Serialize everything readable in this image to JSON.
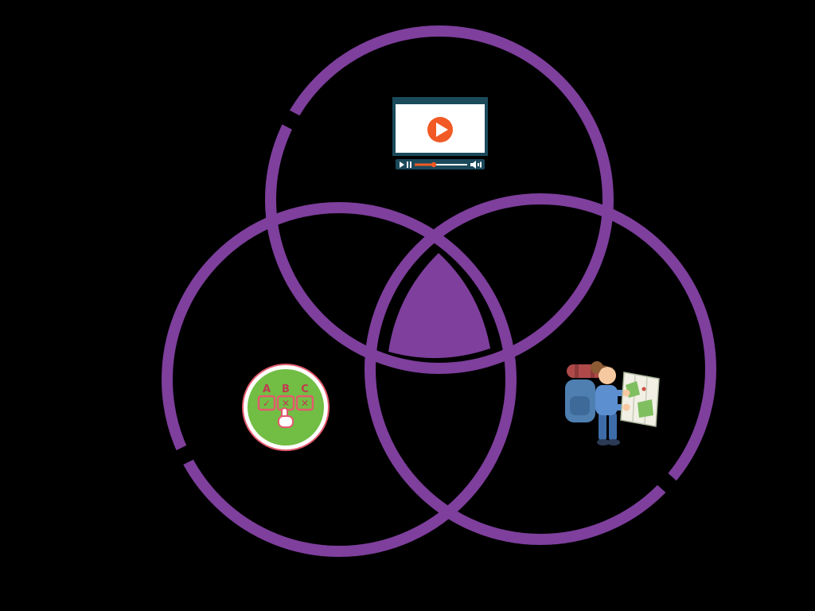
{
  "canvas": {
    "background": "#000000"
  },
  "colors": {
    "venn_purple": "#7E3F9D",
    "player_teal": "#1B4A5B",
    "player_orange": "#F15A24",
    "quiz_green": "#72BE44",
    "quiz_ring_red": "#E45A6D",
    "quiz_text_red": "#C13A52",
    "map_green": "#7FBF5F",
    "map_cream": "#F2EFE4",
    "backpack_blue": "#4E7FB0",
    "bedroll_red": "#B04A4A"
  },
  "venn": {
    "circle_count": 3,
    "circle_ids": [
      "top",
      "bottom-left",
      "bottom-right"
    ],
    "center_overlap_filled": true
  },
  "icons": [
    {
      "name": "video-player-icon",
      "location": "top-circle"
    },
    {
      "name": "quiz-multiple-choice-icon",
      "location": "bottom-left-circle"
    },
    {
      "name": "traveler-with-map-icon",
      "location": "bottom-right-circle"
    }
  ],
  "quiz_icon": {
    "letters": [
      "A",
      "B",
      "C"
    ],
    "marks": [
      "✓",
      "✕",
      "✕"
    ]
  }
}
